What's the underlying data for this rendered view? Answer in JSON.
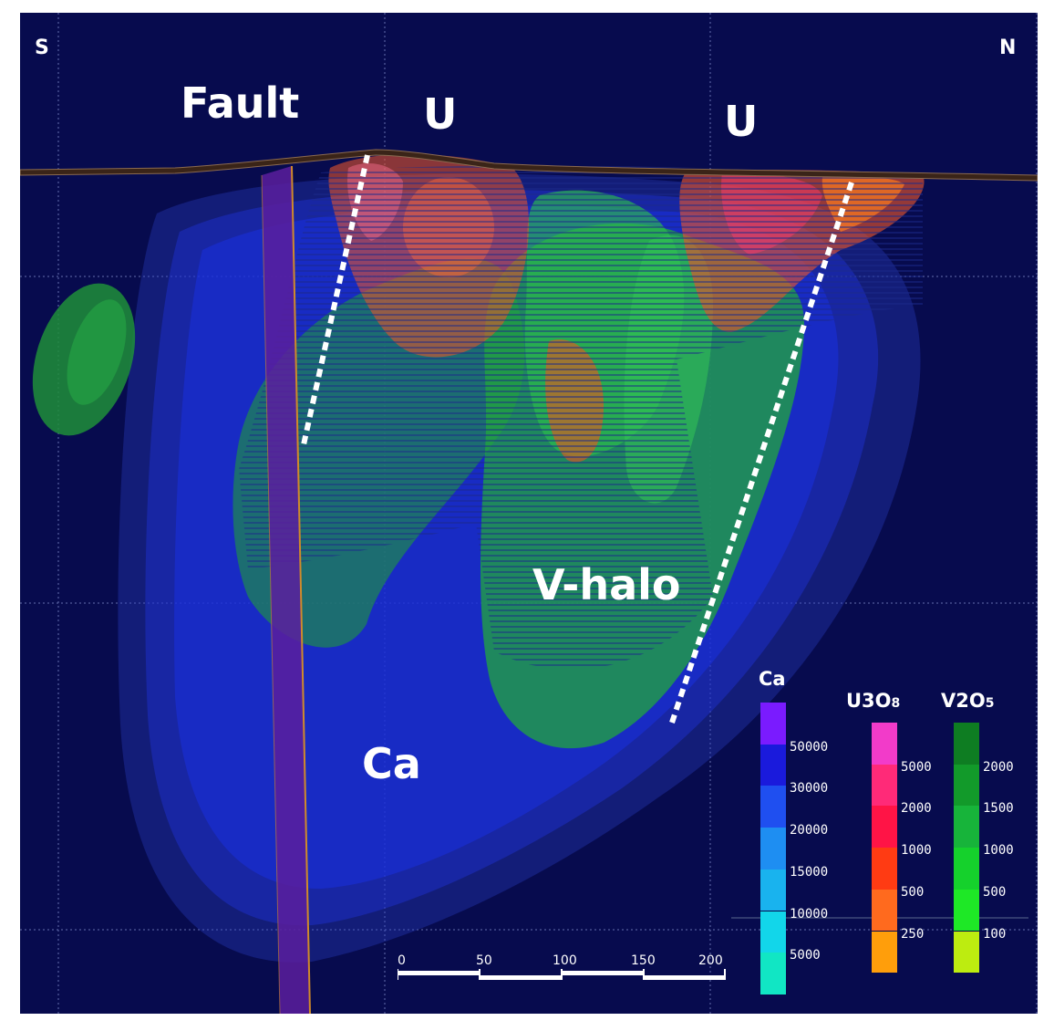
{
  "orientation": {
    "left": "S",
    "right": "N"
  },
  "annotations": {
    "fault": "Fault",
    "uranium_left": "U",
    "uranium_right": "U",
    "v_halo": "V-halo",
    "calcium": "Ca"
  },
  "legend": {
    "ca": {
      "title": "Ca",
      "ticks": [
        "50000",
        "30000",
        "20000",
        "15000",
        "10000",
        "5000"
      ],
      "colors": [
        "#7a1bff",
        "#1a1adc",
        "#1f4ff0",
        "#1e8ef2",
        "#19b3ee",
        "#12d6ea",
        "#11e6c4"
      ]
    },
    "u3o8": {
      "title_main": "U3O",
      "title_sub": "8",
      "ticks": [
        "5000",
        "2000",
        "1000",
        "500",
        "250"
      ],
      "colors": [
        "#f23bc9",
        "#ff2a78",
        "#ff1446",
        "#ff3b13",
        "#ff6a1e",
        "#ff9e0b"
      ]
    },
    "v2o5": {
      "title_main": "V2O",
      "title_sub": "5",
      "ticks": [
        "2000",
        "1500",
        "1000",
        "500",
        "100"
      ],
      "colors": [
        "#0e7d22",
        "#129a2a",
        "#17b43a",
        "#15d12c",
        "#1ee826",
        "#bdec10"
      ]
    }
  },
  "scale_bar": {
    "labels": [
      "0",
      "50",
      "100",
      "150",
      "200"
    ]
  },
  "colors": {
    "background": "#070b4e",
    "ca_body": "#1a2fd0",
    "u_body": "#e2532c",
    "v_body": "#22a83c",
    "fault": "#5b1f9e"
  }
}
